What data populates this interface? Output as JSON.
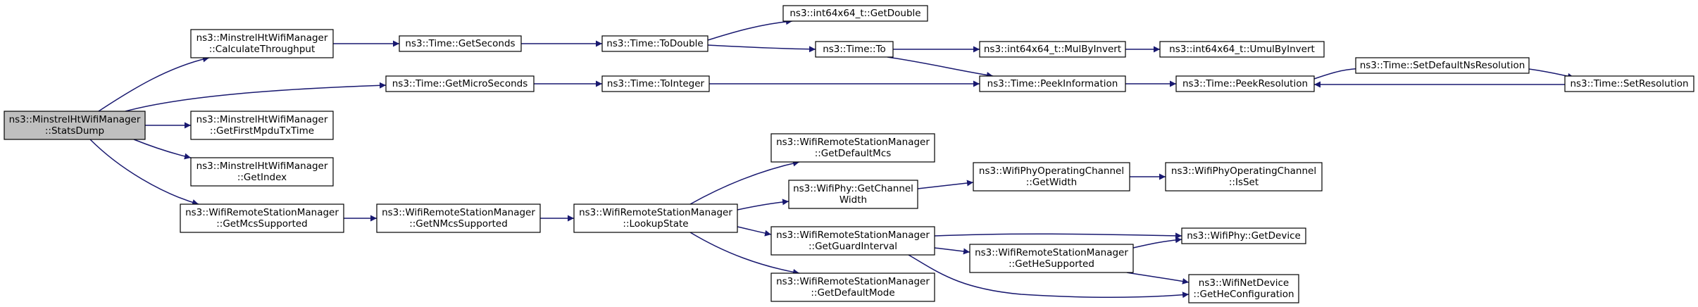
{
  "graph": {
    "edge_color": "#191970",
    "root_fill": "#bfbfbf",
    "nodes": [
      {
        "id": "root",
        "lines": [
          "ns3::MinstrelHtWifiManager",
          "::StatsDump"
        ],
        "root": true
      },
      {
        "id": "calcThroughput",
        "lines": [
          "ns3::MinstrelHtWifiManager",
          "::CalculateThroughput"
        ]
      },
      {
        "id": "getFirstMpdu",
        "lines": [
          "ns3::MinstrelHtWifiManager",
          "::GetFirstMpduTxTime"
        ]
      },
      {
        "id": "getIndex",
        "lines": [
          "ns3::MinstrelHtWifiManager",
          "::GetIndex"
        ]
      },
      {
        "id": "getMcsSupported",
        "lines": [
          "ns3::WifiRemoteStationManager",
          "::GetMcsSupported"
        ]
      },
      {
        "id": "getSeconds",
        "lines": [
          "ns3::Time::GetSeconds"
        ]
      },
      {
        "id": "getMicroSeconds",
        "lines": [
          "ns3::Time::GetMicroSeconds"
        ]
      },
      {
        "id": "getNMcsSupported",
        "lines": [
          "ns3::WifiRemoteStationManager",
          "::GetNMcsSupported"
        ]
      },
      {
        "id": "toDouble",
        "lines": [
          "ns3::Time::ToDouble"
        ]
      },
      {
        "id": "toInteger",
        "lines": [
          "ns3::Time::ToInteger"
        ]
      },
      {
        "id": "lookupState",
        "lines": [
          "ns3::WifiRemoteStationManager",
          "::LookupState"
        ]
      },
      {
        "id": "getDouble",
        "lines": [
          "ns3::int64x64_t::GetDouble"
        ]
      },
      {
        "id": "timeTo",
        "lines": [
          "ns3::Time::To"
        ]
      },
      {
        "id": "getDefaultMcs",
        "lines": [
          "ns3::WifiRemoteStationManager",
          "::GetDefaultMcs"
        ]
      },
      {
        "id": "getChannelWidth",
        "lines": [
          "ns3::WifiPhy::GetChannel",
          "Width"
        ]
      },
      {
        "id": "getGuardInterval",
        "lines": [
          "ns3::WifiRemoteStationManager",
          "::GetGuardInterval"
        ]
      },
      {
        "id": "getDefaultMode",
        "lines": [
          "ns3::WifiRemoteStationManager",
          "::GetDefaultMode"
        ]
      },
      {
        "id": "mulByInvert",
        "lines": [
          "ns3::int64x64_t::MulByInvert"
        ]
      },
      {
        "id": "peekInformation",
        "lines": [
          "ns3::Time::PeekInformation"
        ]
      },
      {
        "id": "opGetWidth",
        "lines": [
          "ns3::WifiPhyOperatingChannel",
          "::GetWidth"
        ]
      },
      {
        "id": "getHeSupported",
        "lines": [
          "ns3::WifiRemoteStationManager",
          "::GetHeSupported"
        ]
      },
      {
        "id": "umulByInvert",
        "lines": [
          "ns3::int64x64_t::UmulByInvert"
        ]
      },
      {
        "id": "peekResolution",
        "lines": [
          "ns3::Time::PeekResolution"
        ]
      },
      {
        "id": "isSet",
        "lines": [
          "ns3::WifiPhyOperatingChannel",
          "::IsSet"
        ]
      },
      {
        "id": "getDevice",
        "lines": [
          "ns3::WifiPhy::GetDevice"
        ]
      },
      {
        "id": "getHeConfiguration",
        "lines": [
          "ns3::WifiNetDevice",
          "::GetHeConfiguration"
        ]
      },
      {
        "id": "setDefaultNsResolution",
        "lines": [
          "ns3::Time::SetDefaultNsResolution"
        ]
      },
      {
        "id": "setResolution",
        "lines": [
          "ns3::Time::SetResolution"
        ]
      }
    ],
    "edges": [
      [
        "root",
        "calcThroughput"
      ],
      [
        "root",
        "getMicroSeconds"
      ],
      [
        "root",
        "getFirstMpdu"
      ],
      [
        "root",
        "getIndex"
      ],
      [
        "root",
        "getMcsSupported"
      ],
      [
        "calcThroughput",
        "getSeconds"
      ],
      [
        "getSeconds",
        "toDouble"
      ],
      [
        "toDouble",
        "getDouble"
      ],
      [
        "toDouble",
        "timeTo"
      ],
      [
        "timeTo",
        "mulByInvert"
      ],
      [
        "timeTo",
        "peekInformation"
      ],
      [
        "mulByInvert",
        "umulByInvert"
      ],
      [
        "getMicroSeconds",
        "toInteger"
      ],
      [
        "toInteger",
        "peekInformation"
      ],
      [
        "peekInformation",
        "peekResolution"
      ],
      [
        "peekResolution",
        "setDefaultNsResolution"
      ],
      [
        "setDefaultNsResolution",
        "setResolution"
      ],
      [
        "setResolution",
        "peekResolution"
      ],
      [
        "getMcsSupported",
        "getNMcsSupported"
      ],
      [
        "getNMcsSupported",
        "lookupState"
      ],
      [
        "lookupState",
        "getDefaultMcs"
      ],
      [
        "lookupState",
        "getChannelWidth"
      ],
      [
        "lookupState",
        "getGuardInterval"
      ],
      [
        "lookupState",
        "getDefaultMode"
      ],
      [
        "getChannelWidth",
        "opGetWidth"
      ],
      [
        "opGetWidth",
        "isSet"
      ],
      [
        "getGuardInterval",
        "getDevice"
      ],
      [
        "getGuardInterval",
        "getHeSupported"
      ],
      [
        "getGuardInterval",
        "getHeConfiguration"
      ],
      [
        "getHeSupported",
        "getDevice"
      ],
      [
        "getHeSupported",
        "getHeConfiguration"
      ]
    ]
  }
}
